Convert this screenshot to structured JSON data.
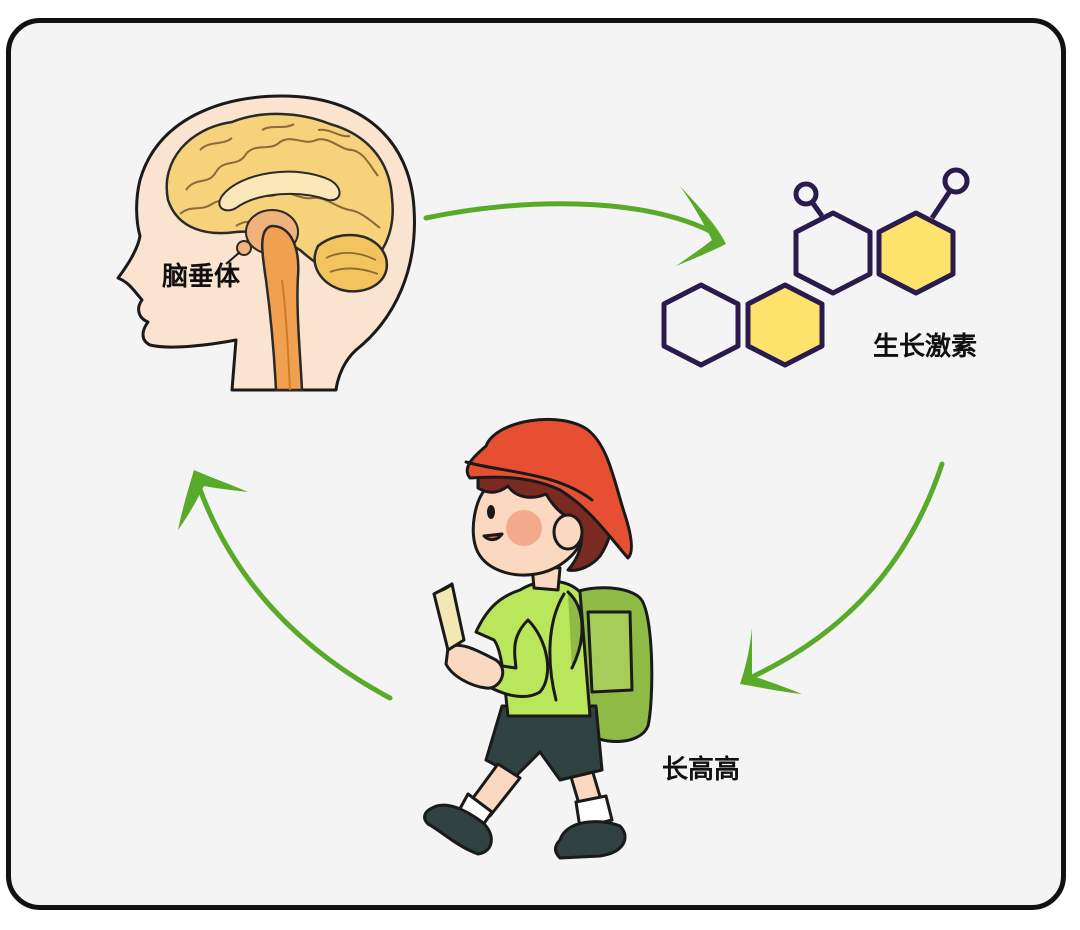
{
  "labels": {
    "pituitary": "脑垂体",
    "hormone": "生长激素",
    "grow_tall": "长高高"
  },
  "colors": {
    "frame_border": "#111111",
    "background": "#f4f4f4",
    "arrow": "#5aaa2a",
    "hexagon_stroke": "#2b1a4d",
    "hexagon_fill": "#fde36b",
    "hat": "#e74f33",
    "shirt": "#b9e65a",
    "backpack": "#8fba45",
    "shorts": "#2f4141"
  },
  "icons": [
    "brain-head-illustration",
    "hormone-molecule-icon",
    "walking-child-illustration",
    "cycle-arrow-icon"
  ]
}
